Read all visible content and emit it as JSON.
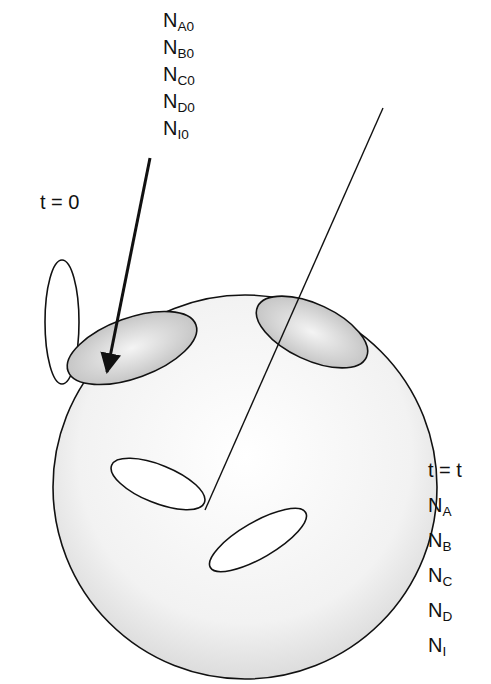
{
  "diagram": {
    "labels": [
      "NA0",
      "NB0",
      "NC0",
      "ND0",
      "NI0",
      "t = 0",
      "t = t",
      "NA",
      "NB",
      "NC",
      "ND",
      "NI"
    ]
  }
}
